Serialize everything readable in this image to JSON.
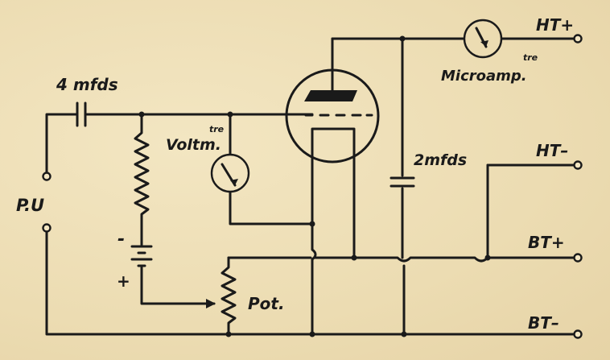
{
  "labels": {
    "cap_input": "4 mfds",
    "pickup": "P.U",
    "voltmeter": "Voltm.",
    "voltmeter_sup": "tre",
    "cap_plate": "2mfds",
    "microammeter": "Microamp.",
    "microammeter_sup": "tre",
    "potentiometer": "Pot.",
    "battery_minus": "-",
    "battery_plus": "+",
    "ht_plus": "HT+",
    "ht_minus": "HT–",
    "bt_plus": "BT+",
    "bt_minus": "BT–"
  },
  "colors": {
    "ink": "#1a1a1a",
    "paper": "#efe0b8"
  }
}
